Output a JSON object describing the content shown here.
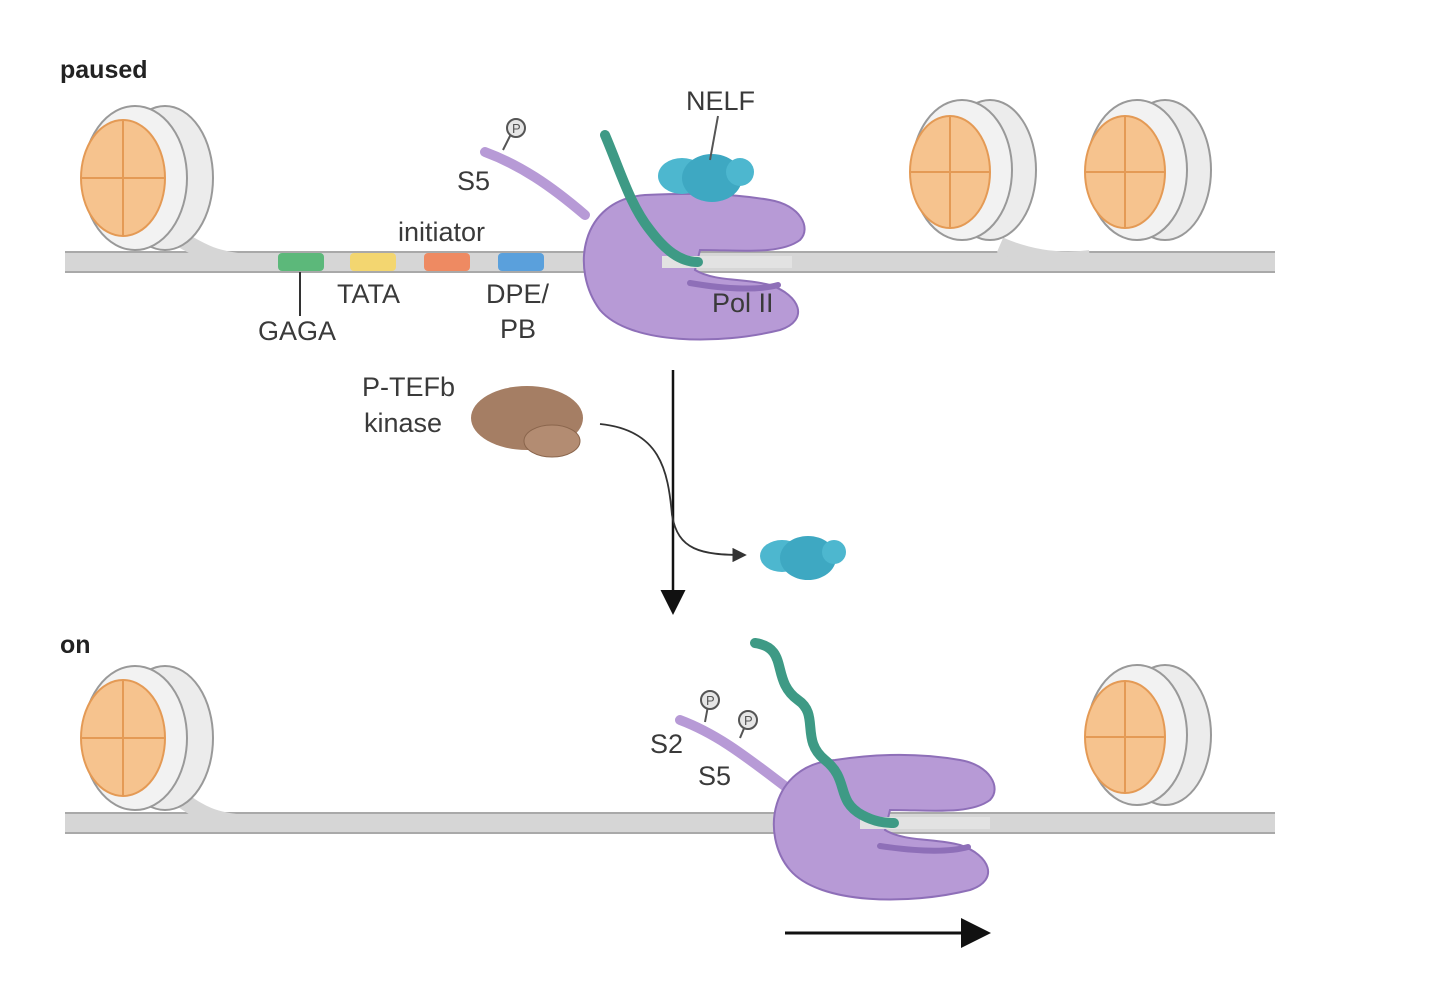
{
  "panels": {
    "paused": {
      "title": "paused",
      "elements": {
        "gaga": "GAGA",
        "tata": "TATA",
        "initiator": "initiator",
        "dpe": "DPE/",
        "pb": "PB",
        "s5": "S5",
        "p": "P",
        "nelf": "NELF",
        "pol2": "Pol II"
      }
    },
    "transition": {
      "kinase_line1": "P-TEFb",
      "kinase_line2": "kinase"
    },
    "on": {
      "title": "on",
      "elements": {
        "s2": "S2",
        "s5": "S5",
        "p": "P"
      }
    }
  },
  "colors": {
    "dna": "#d3d3d3",
    "dna_edge": "#a9a9a9",
    "histone": "#f6c38e",
    "histone_line": "#e49a55",
    "pol2": "#b79ad6",
    "pol2_edge": "#8e6fb8",
    "rna": "#3e9a85",
    "nelf": "#4db7cf",
    "kinase": "#a57e64",
    "gaga": "#5cb87a",
    "tata": "#f3d670",
    "initiator": "#ee8a62",
    "dpe": "#5aa0dc",
    "text": "#3a3a3a"
  }
}
